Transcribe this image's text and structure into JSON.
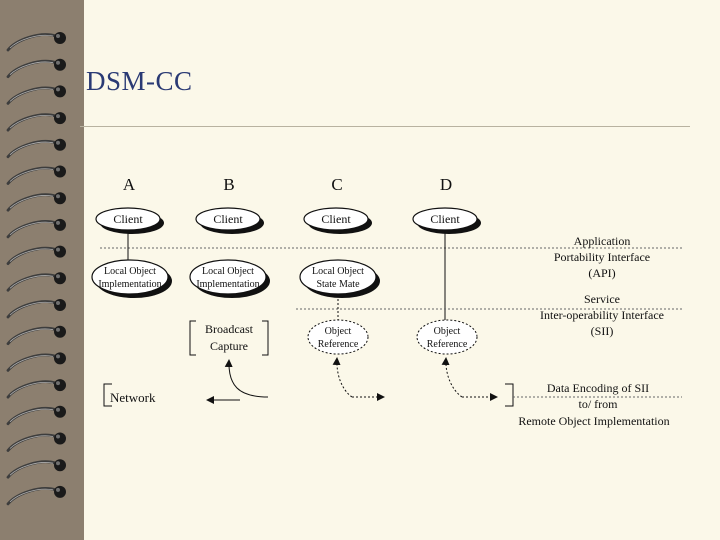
{
  "slide": {
    "title": "DSM-CC"
  },
  "diagram": {
    "columns": [
      "A",
      "B",
      "C",
      "D"
    ],
    "client_label": "Client",
    "impl_a": [
      "Local Object",
      "Implementation"
    ],
    "impl_b": [
      "Local Object",
      "Implementation"
    ],
    "impl_c": [
      "Local Object",
      "State Mate"
    ],
    "broadcast": [
      "Broadcast",
      "Capture"
    ],
    "objref_c": [
      "Object",
      "Reference"
    ],
    "objref_d": [
      "Object",
      "Reference"
    ],
    "network_label": "Network",
    "api": [
      "Application",
      "Portability Interface",
      "(API)"
    ],
    "sii": [
      "Service",
      "Inter-operability Interface",
      "(SII)"
    ],
    "encoding": [
      "Data Encoding of SII",
      "to/ from",
      "Remote Object Implementation"
    ]
  },
  "colors": {
    "title": "#2a3a74",
    "background": "#fbf8e9",
    "binding_strip": "#8c7f6f"
  }
}
